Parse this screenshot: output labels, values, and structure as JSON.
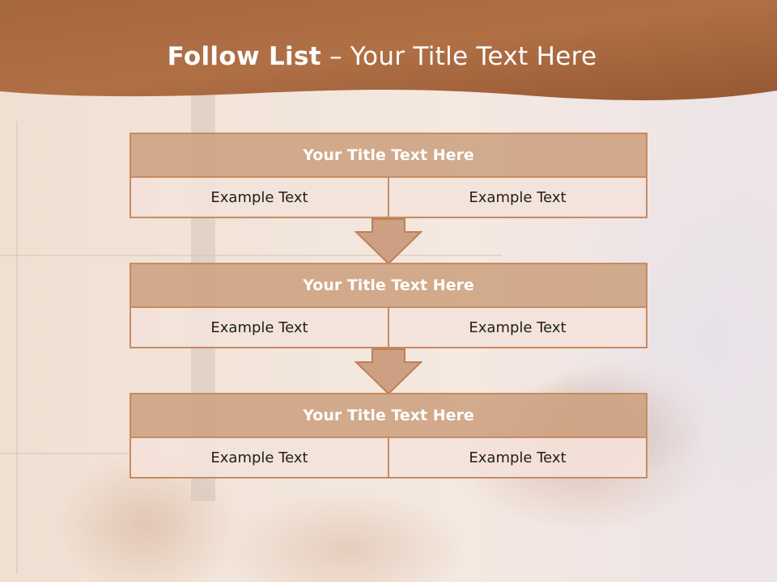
{
  "slide": {
    "title_bold": "Follow List",
    "title_rest": " – Your Title Text Here"
  },
  "blocks": [
    {
      "title": "Your Title Text Here",
      "left": "Example Text",
      "right": "Example Text"
    },
    {
      "title": "Your Title Text Here",
      "left": "Example Text",
      "right": "Example Text"
    },
    {
      "title": "Your Title Text Here",
      "left": "Example Text",
      "right": "Example Text"
    }
  ],
  "colors": {
    "header_brown": "#9a5c38",
    "block_border": "#c68b62",
    "block_title_fill": "#d0a182",
    "cell_fill": "#f4e2da"
  }
}
